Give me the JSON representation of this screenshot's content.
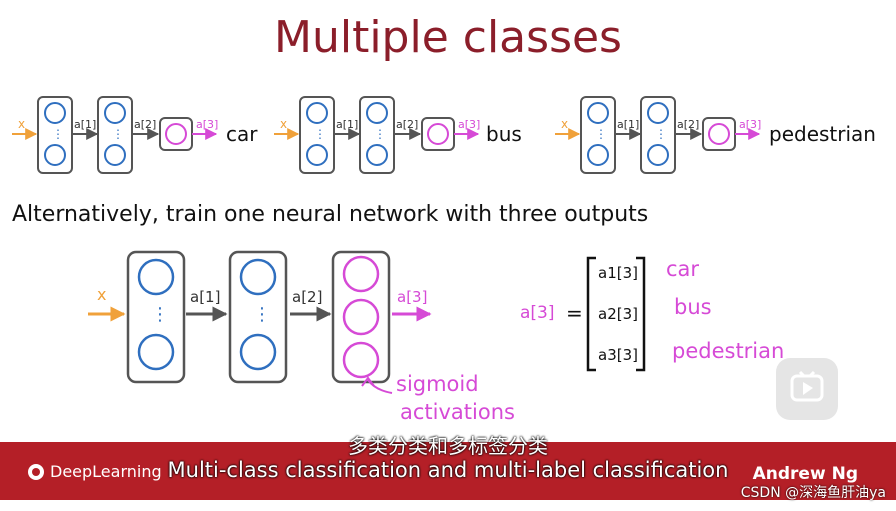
{
  "slide": {
    "title": "Multiple classes",
    "subtitle": "Alternatively, train one neural network with three outputs",
    "input_label": "x",
    "layer1_label": "a[1]",
    "layer2_label": "a[2]",
    "layer3_label": "a[3]",
    "classes": [
      "car",
      "bus",
      "pedestrian"
    ],
    "output_vector_label": "a[3]",
    "output_vector_entries": [
      "a1[3]",
      "a2[3]",
      "a3[3]"
    ],
    "output_class_labels": [
      "car",
      "bus",
      "pedestrian"
    ],
    "annotation_line1": "sigmoid",
    "annotation_line2": "activations",
    "colors": {
      "title": "#8b1e2a",
      "input": "#f0a13a",
      "hidden": "#2f6fbf",
      "output": "#d64ad6",
      "footer": "#b41f27"
    }
  },
  "captions": {
    "chinese": "多类分类和多标签分类",
    "english": "Multi-class classification and multi-label classification"
  },
  "footer": {
    "logo_text": "DeepLearning",
    "presenter": "Andrew Ng",
    "watermark": "CSDN @深海鱼肝油ya"
  },
  "player": {
    "play_icon": "play-icon"
  }
}
